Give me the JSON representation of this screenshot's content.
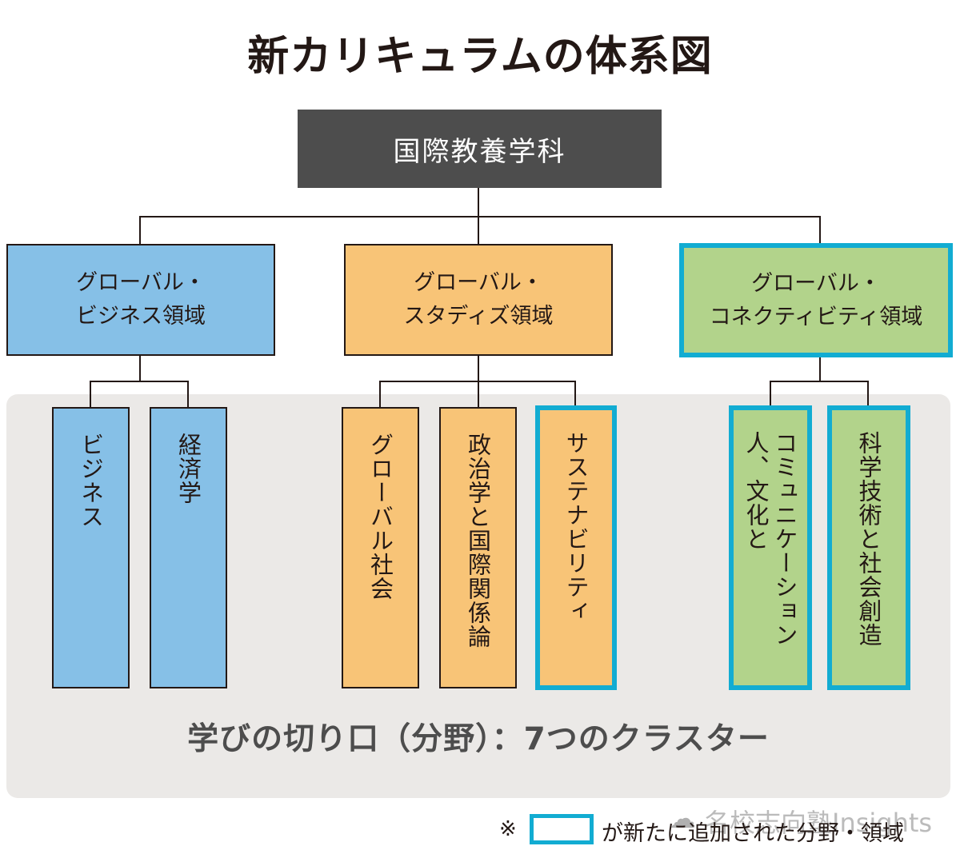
{
  "title": "新カリキュラムの体系図",
  "root": {
    "label": "国際教養学科"
  },
  "domains": [
    {
      "lines": [
        "グローバル・",
        "ビジネス領域"
      ],
      "color": "#86c0e7",
      "new": false
    },
    {
      "lines": [
        "グローバル・",
        "スタディズ領域"
      ],
      "color": "#f8c477",
      "new": false
    },
    {
      "lines": [
        "グローバル・",
        "コネクティビティ領域"
      ],
      "color": "#b2d38b",
      "new": true
    }
  ],
  "clusters": [
    {
      "label": "ビジネス",
      "domain": 0,
      "new": false
    },
    {
      "label": "経済学",
      "domain": 0,
      "new": false
    },
    {
      "label": "グローバル社会",
      "domain": 1,
      "new": false
    },
    {
      "label": "政治学と国際関係論",
      "domain": 1,
      "new": false
    },
    {
      "label": "サステナビリティ",
      "domain": 1,
      "new": true
    },
    {
      "label": "人、文化と",
      "label2": "コミュニケーション",
      "domain": 2,
      "new": true
    },
    {
      "label": "科学技術と社会創造",
      "domain": 2,
      "new": true
    }
  ],
  "caption": "学びの切り口（分野）：7つのクラスター",
  "legend": {
    "mark": "※",
    "text": "が新たに追加された分野・領域",
    "highlight_color": "#12acd2"
  },
  "watermark": {
    "icon": "wechat-icon",
    "text": "名校志向塾Insights"
  }
}
